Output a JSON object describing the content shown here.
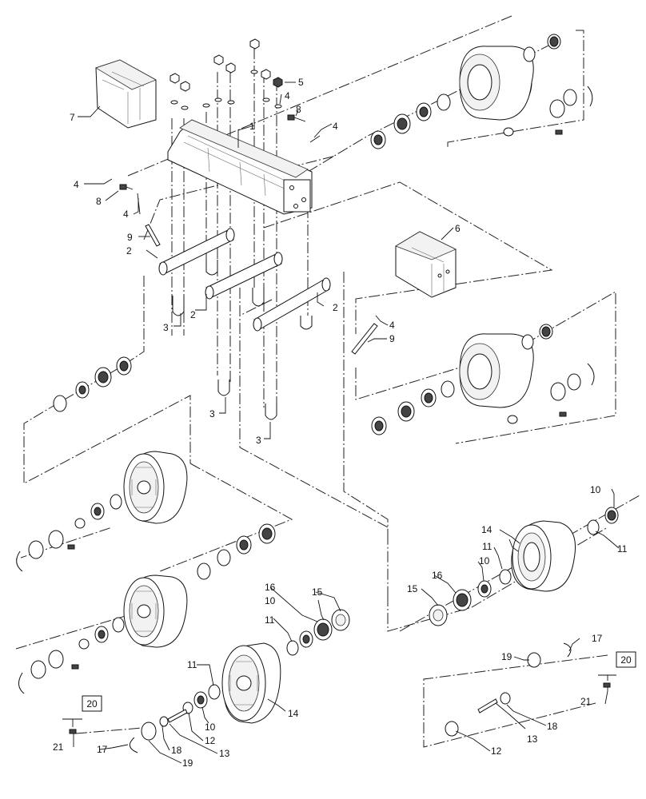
{
  "callouts": {
    "c1": "1",
    "c2a": "2",
    "c2b": "2",
    "c2c": "2",
    "c3a": "3",
    "c3b": "3",
    "c3c": "3",
    "c4a": "4",
    "c4b": "4",
    "c4c": "4",
    "c4d": "4",
    "c4e": "4",
    "c5": "5",
    "c6": "6",
    "c7": "7",
    "c8a": "8",
    "c8b": "8",
    "c9a": "9",
    "c9b": "9",
    "c10a": "10",
    "c10b": "10",
    "c10c": "10",
    "c10d": "10",
    "c11a": "11",
    "c11b": "11",
    "c11c": "11",
    "c11d": "11",
    "c12a": "12",
    "c12b": "12",
    "c13a": "13",
    "c13b": "13",
    "c14a": "14",
    "c14b": "14",
    "c15a": "15",
    "c15b": "15",
    "c16a": "16",
    "c16b": "16",
    "c17a": "17",
    "c17b": "17",
    "c18a": "18",
    "c18b": "18",
    "c19a": "19",
    "c19b": "19",
    "c21a": "21",
    "c21b": "21"
  },
  "ref_boxes": {
    "left": "20",
    "right": "20"
  }
}
